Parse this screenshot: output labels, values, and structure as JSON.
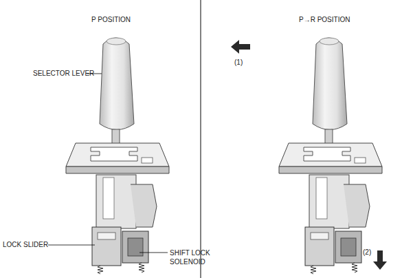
{
  "diagram": {
    "labels": [
      "P POSITION",
      "SELECTOR LEVER",
      "LOCK SLIDER",
      "SHIFT LOCK SOLENOID",
      "P→R POSITION",
      "(1)",
      "(2)"
    ]
  }
}
